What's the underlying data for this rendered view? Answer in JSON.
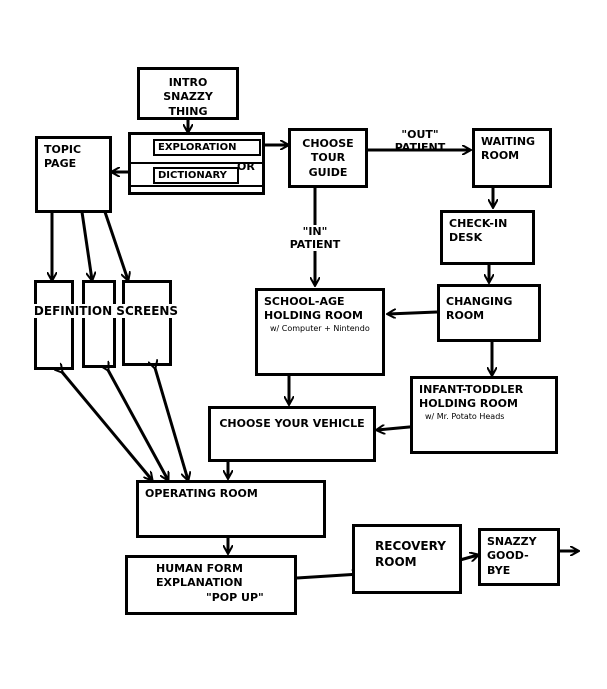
{
  "nodes": {
    "intro": {
      "label": "Intro Snazzy Thing"
    },
    "menu": {
      "option_exploration": "Exploration",
      "option_dictionary": "Dictionary",
      "or_label": "OR"
    },
    "topic_page": {
      "label": "Topic Page"
    },
    "choose_guide": {
      "label": "Choose Tour Guide"
    },
    "waiting_room": {
      "label": "Waiting Room"
    },
    "checkin_desk": {
      "label": "Check-In Desk"
    },
    "changing_room": {
      "label": "Changing Room"
    },
    "school_age": {
      "label": "School-Age Holding Room",
      "note": "w/ Computer + Nintendo"
    },
    "infant_toddler": {
      "label": "Infant-Toddler Holding Room",
      "note": "w/ Mr. Potato Heads"
    },
    "choose_vehicle": {
      "label": "Choose Your Vehicle"
    },
    "definition_screens": {
      "label": "Definition Screens"
    },
    "operating_room": {
      "label": "Operating Room"
    },
    "human_form": {
      "label": "Human Form Explanation",
      "sub": "\"Pop Up\""
    },
    "recovery_room": {
      "label": "Recovery Room"
    },
    "goodbye": {
      "label": "Snazzy Good-Bye"
    }
  },
  "edge_labels": {
    "out_patient": "\"Out\" Patient",
    "in_patient": "\"In\" Patient"
  }
}
